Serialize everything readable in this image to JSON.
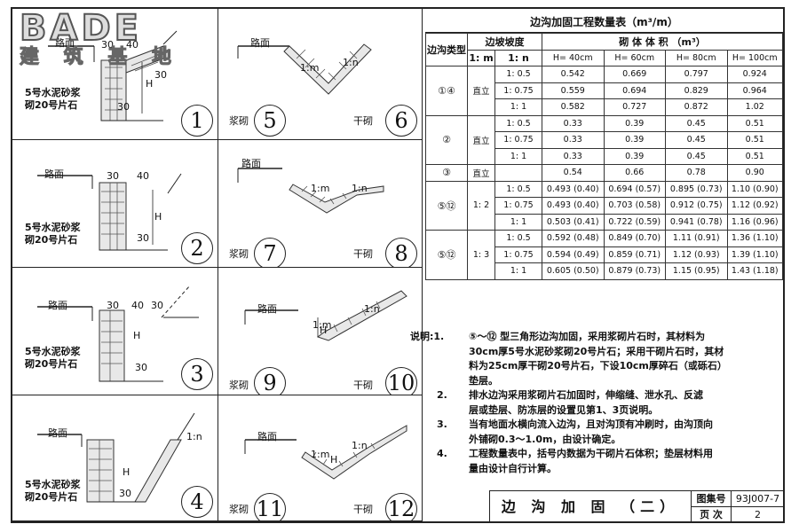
{
  "watermark": {
    "big": "BADE",
    "small": "建 筑 基 地"
  },
  "panels": [
    {
      "n": "1",
      "label": "路面",
      "d1": "30",
      "d2": "40",
      "d3": "30",
      "h": "H",
      "bottom": "30",
      "note1": "5号水泥砂浆",
      "note2": "砌20号片石"
    },
    {
      "n": "2",
      "label": "路面",
      "d1": "30",
      "d2": "40",
      "h": "H",
      "bottom": "30",
      "note1": "5号水泥砂浆",
      "note2": "砌20号片石"
    },
    {
      "n": "3",
      "label": "路面",
      "d1": "30",
      "d2": "40",
      "d3": "30",
      "h": "H",
      "bottom": "30",
      "note1": "5号水泥砂浆",
      "note2": "砌20号片石"
    },
    {
      "n": "4",
      "label": "路面",
      "slope": "1:n",
      "h": "H",
      "bottom": "30",
      "note1": "5号水泥砂浆",
      "note2": "砌20号片石"
    }
  ],
  "right_panels": [
    {
      "left_n": "5",
      "left_tag": "浆砌",
      "right_n": "6",
      "right_tag": "干砌",
      "label": "路面",
      "s1": "1:m",
      "s2": "1:n"
    },
    {
      "left_n": "7",
      "left_tag": "浆砌",
      "right_n": "8",
      "right_tag": "干砌",
      "label": "路面",
      "s1": "1:m",
      "s2": "1:n"
    },
    {
      "left_n": "9",
      "left_tag": "浆砌",
      "right_n": "10",
      "right_tag": "干砌",
      "label": "路面",
      "s1": "1:m",
      "s2": "1:n",
      "h": "H"
    },
    {
      "left_n": "11",
      "left_tag": "浆砌",
      "right_n": "12",
      "right_tag": "干砌",
      "label": "路面",
      "s1": "1:m",
      "s2": "1:n",
      "h": "H"
    }
  ],
  "table": {
    "title": "边沟加固工程数量表（m³/m）",
    "h_type": "边沟类型",
    "h_slope": "边坡坡度",
    "h_volume": "砌 体 体 积 （m³）",
    "h_m": "1: m",
    "h_n": "1: n",
    "h_cols": [
      "H= 40cm",
      "H= 60cm",
      "H= 80cm",
      "H= 100cm"
    ],
    "groups": [
      {
        "type": "①④",
        "m": "直立",
        "rows": [
          {
            "n": "1: 0.5",
            "v": [
              "0.542",
              "0.669",
              "0.797",
              "0.924"
            ]
          },
          {
            "n": "1: 0.75",
            "v": [
              "0.559",
              "0.694",
              "0.829",
              "0.964"
            ]
          },
          {
            "n": "1: 1",
            "v": [
              "0.582",
              "0.727",
              "0.872",
              "1.02"
            ]
          }
        ]
      },
      {
        "type": "②",
        "m": "直立",
        "rows": [
          {
            "n": "1: 0.5",
            "v": [
              "0.33",
              "0.39",
              "0.45",
              "0.51"
            ]
          },
          {
            "n": "1: 0.75",
            "v": [
              "0.33",
              "0.39",
              "0.45",
              "0.51"
            ]
          },
          {
            "n": "1: 1",
            "v": [
              "0.33",
              "0.39",
              "0.45",
              "0.51"
            ]
          }
        ]
      },
      {
        "type": "③",
        "m": "直立",
        "rows": [
          {
            "n": "",
            "v": [
              "0.54",
              "0.66",
              "0.78",
              "0.90"
            ]
          }
        ]
      },
      {
        "type": "⑤⑫",
        "m": "1: 2",
        "rows": [
          {
            "n": "1: 0.5",
            "v": [
              "0.493 (0.40)",
              "0.694 (0.57)",
              "0.895 (0.73)",
              "1.10 (0.90)"
            ]
          },
          {
            "n": "1: 0.75",
            "v": [
              "0.493 (0.40)",
              "0.703 (0.58)",
              "0.912 (0.75)",
              "1.12 (0.92)"
            ]
          },
          {
            "n": "1: 1",
            "v": [
              "0.503 (0.41)",
              "0.722 (0.59)",
              "0.941 (0.78)",
              "1.16 (0.96)"
            ]
          }
        ]
      },
      {
        "type": "⑤⑫",
        "m": "1: 3",
        "rows": [
          {
            "n": "1: 0.5",
            "v": [
              "0.592 (0.48)",
              "0.849 (0.70)",
              "1.11 (0.91)",
              "1.36 (1.10)"
            ]
          },
          {
            "n": "1: 0.75",
            "v": [
              "0.594 (0.49)",
              "0.859 (0.71)",
              "1.12 (0.93)",
              "1.39 (1.10)"
            ]
          },
          {
            "n": "1: 1",
            "v": [
              "0.605 (0.50)",
              "0.879 (0.73)",
              "1.15 (0.95)",
              "1.43 (1.18)"
            ]
          }
        ]
      }
    ]
  },
  "notes": {
    "lead": "说明:",
    "items": [
      {
        "k": "1.",
        "lines": [
          "⑤～⑫ 型三角形边沟加固，采用浆砌片石时，其材料为",
          "30cm厚5号水泥砂浆砌20号片石；采用干砌片石时，其材",
          "料为25cm厚干砌20号片石，下设10cm厚碎石（或砾石）",
          "垫层。"
        ]
      },
      {
        "k": "2.",
        "lines": [
          "排水边沟采用浆砌片石加固时，伸缩缝、泄水孔、反滤",
          "层或垫层、防冻层的设置见第1、3页说明。"
        ]
      },
      {
        "k": "3.",
        "lines": [
          "当有地面水横向流入边沟，且对沟顶有冲刷时，由沟顶向",
          "外铺砌0.3～1.0m，由设计确定。"
        ]
      },
      {
        "k": "4.",
        "lines": [
          "工程数量表中，括号内数据为干砌片石体积；垫层材料用",
          "量由设计自行计算。"
        ]
      }
    ]
  },
  "title_block": {
    "title": "边 沟 加 固 （二）",
    "atlas_label": "图集号",
    "atlas_value": "93J007-7",
    "page_label": "页  次",
    "page_value": "2"
  }
}
